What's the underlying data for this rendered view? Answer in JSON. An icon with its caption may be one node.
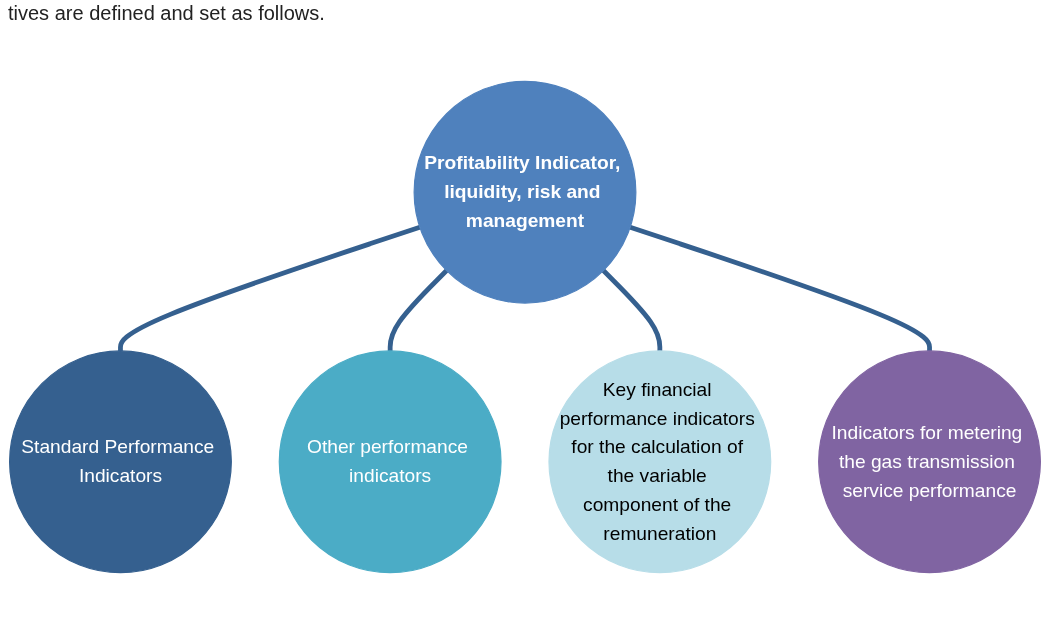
{
  "diagram": {
    "nodes": [
      {
        "text": [
          "Standard Performance Indicators"
        ]
      },
      {
        "text": [
          "Other performance indicators"
        ]
      },
      {
        "text": [
          "Profitability Indicator, liquidity, risk and management"
        ]
      },
      {
        "text": [
          "Key financial performance indicators for the calculation of the variable component of the remuneration"
        ]
      },
      {
        "text": [
          "Indicators for metering the gas transmission service performance"
        ]
      }
    ],
    "edges": [
      {
        "from": 2,
        "to": 0,
        "arrow": "none"
      },
      {
        "from": 2,
        "to": 1,
        "arrow": "none"
      },
      {
        "from": 2,
        "to": 3,
        "arrow": "none"
      },
      {
        "from": 2,
        "to": 4,
        "arrow": "none"
      }
    ],
    "labels": [
      "tives are defined and set as follows."
    ]
  }
}
